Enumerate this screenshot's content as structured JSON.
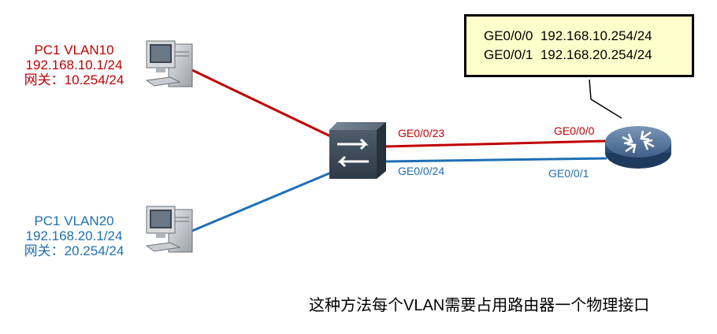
{
  "pc1": {
    "line1": "PC1 VLAN10",
    "line2": "192.168.10.1/24",
    "line3": "网关：10.254/24",
    "color": "#c00000"
  },
  "pc2": {
    "line1": "PC1 VLAN20",
    "line2": "192.168.20.1/24",
    "line3": "网关：20.254/24",
    "color": "#1f6fb4"
  },
  "switch": {
    "port_red": "GE0/0/23",
    "port_blue": "GE0/0/24"
  },
  "router": {
    "port_red": "GE0/0/0",
    "port_blue": "GE0/0/1",
    "callout": [
      {
        "iface": "GE0/0/0",
        "ip": "192.168.10.254/24"
      },
      {
        "iface": "GE0/0/1",
        "ip": "192.168.20.254/24"
      }
    ]
  },
  "caption": "这种方法每个VLAN需要占用路由器一个物理接口",
  "icons": [
    "pc-icon",
    "switch-icon",
    "router-icon"
  ]
}
